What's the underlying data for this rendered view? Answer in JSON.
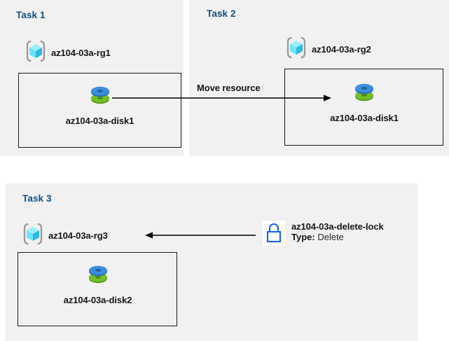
{
  "diagram": {
    "title": "Azure resource group tasks diagram",
    "colors": {
      "panel_background": "#f1f1f1",
      "page_background": "#ffffff",
      "task_heading": "#12507d",
      "box_border": "#1b1b1b",
      "arrow": "#000000",
      "disk_top": "#3d8ddb",
      "disk_bottom": "#6bb329",
      "resource_group_cube": "#50d6f5",
      "resource_group_bracket": "#9a9a9a",
      "lock_outline": "#1b63e8"
    }
  },
  "tasks": [
    {
      "id": "task1",
      "title": "Task 1",
      "resource_group": {
        "label": "az104-03a-rg1",
        "icon": "resource-group-icon"
      },
      "resource": {
        "label": "az104-03a-disk1",
        "icon": "managed-disk-icon"
      }
    },
    {
      "id": "task2",
      "title": "Task 2",
      "resource_group": {
        "label": "az104-03a-rg2",
        "icon": "resource-group-icon"
      },
      "resource": {
        "label": "az104-03a-disk1",
        "icon": "managed-disk-icon"
      }
    },
    {
      "id": "task3",
      "title": "Task 3",
      "resource_group": {
        "label": "az104-03a-rg3",
        "icon": "resource-group-icon"
      },
      "resource": {
        "label": "az104-03a-disk2",
        "icon": "managed-disk-icon"
      }
    }
  ],
  "arrows": [
    {
      "id": "move-resource",
      "caption": "Move resource",
      "direction": "right",
      "from": "task1-disk",
      "to": "task2-box"
    },
    {
      "id": "delete-lock-arrow",
      "caption": "",
      "direction": "left",
      "from": "delete-lock",
      "to": "task3-resource-group"
    }
  ],
  "lock": {
    "icon": "lock-icon",
    "name": "az104-03a-delete-lock",
    "type_key": "Type:",
    "type_value": "Delete"
  }
}
